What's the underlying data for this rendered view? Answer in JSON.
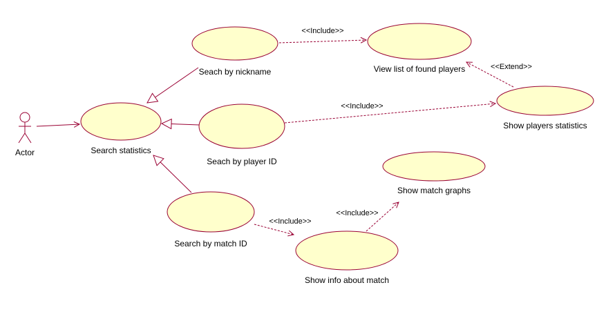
{
  "diagram": {
    "actor": {
      "label": "Actor"
    },
    "use_cases": {
      "search_statistics": "Search statistics",
      "search_by_nickname": "Seach by nickname",
      "search_by_player_id": "Seach by player ID",
      "search_by_match_id": "Search by match ID",
      "view_list_of_found_players": "View list of found players",
      "show_players_statistics": "Show players statistics",
      "show_match_graphs": "Show match graphs",
      "show_info_about_match": "Show info about match"
    },
    "relations": {
      "include_label": "<<Include>>",
      "extend_label": "<<Extend>>"
    }
  },
  "colors": {
    "ellipse_fill": "#FFFFCC",
    "stroke": "#990033"
  }
}
